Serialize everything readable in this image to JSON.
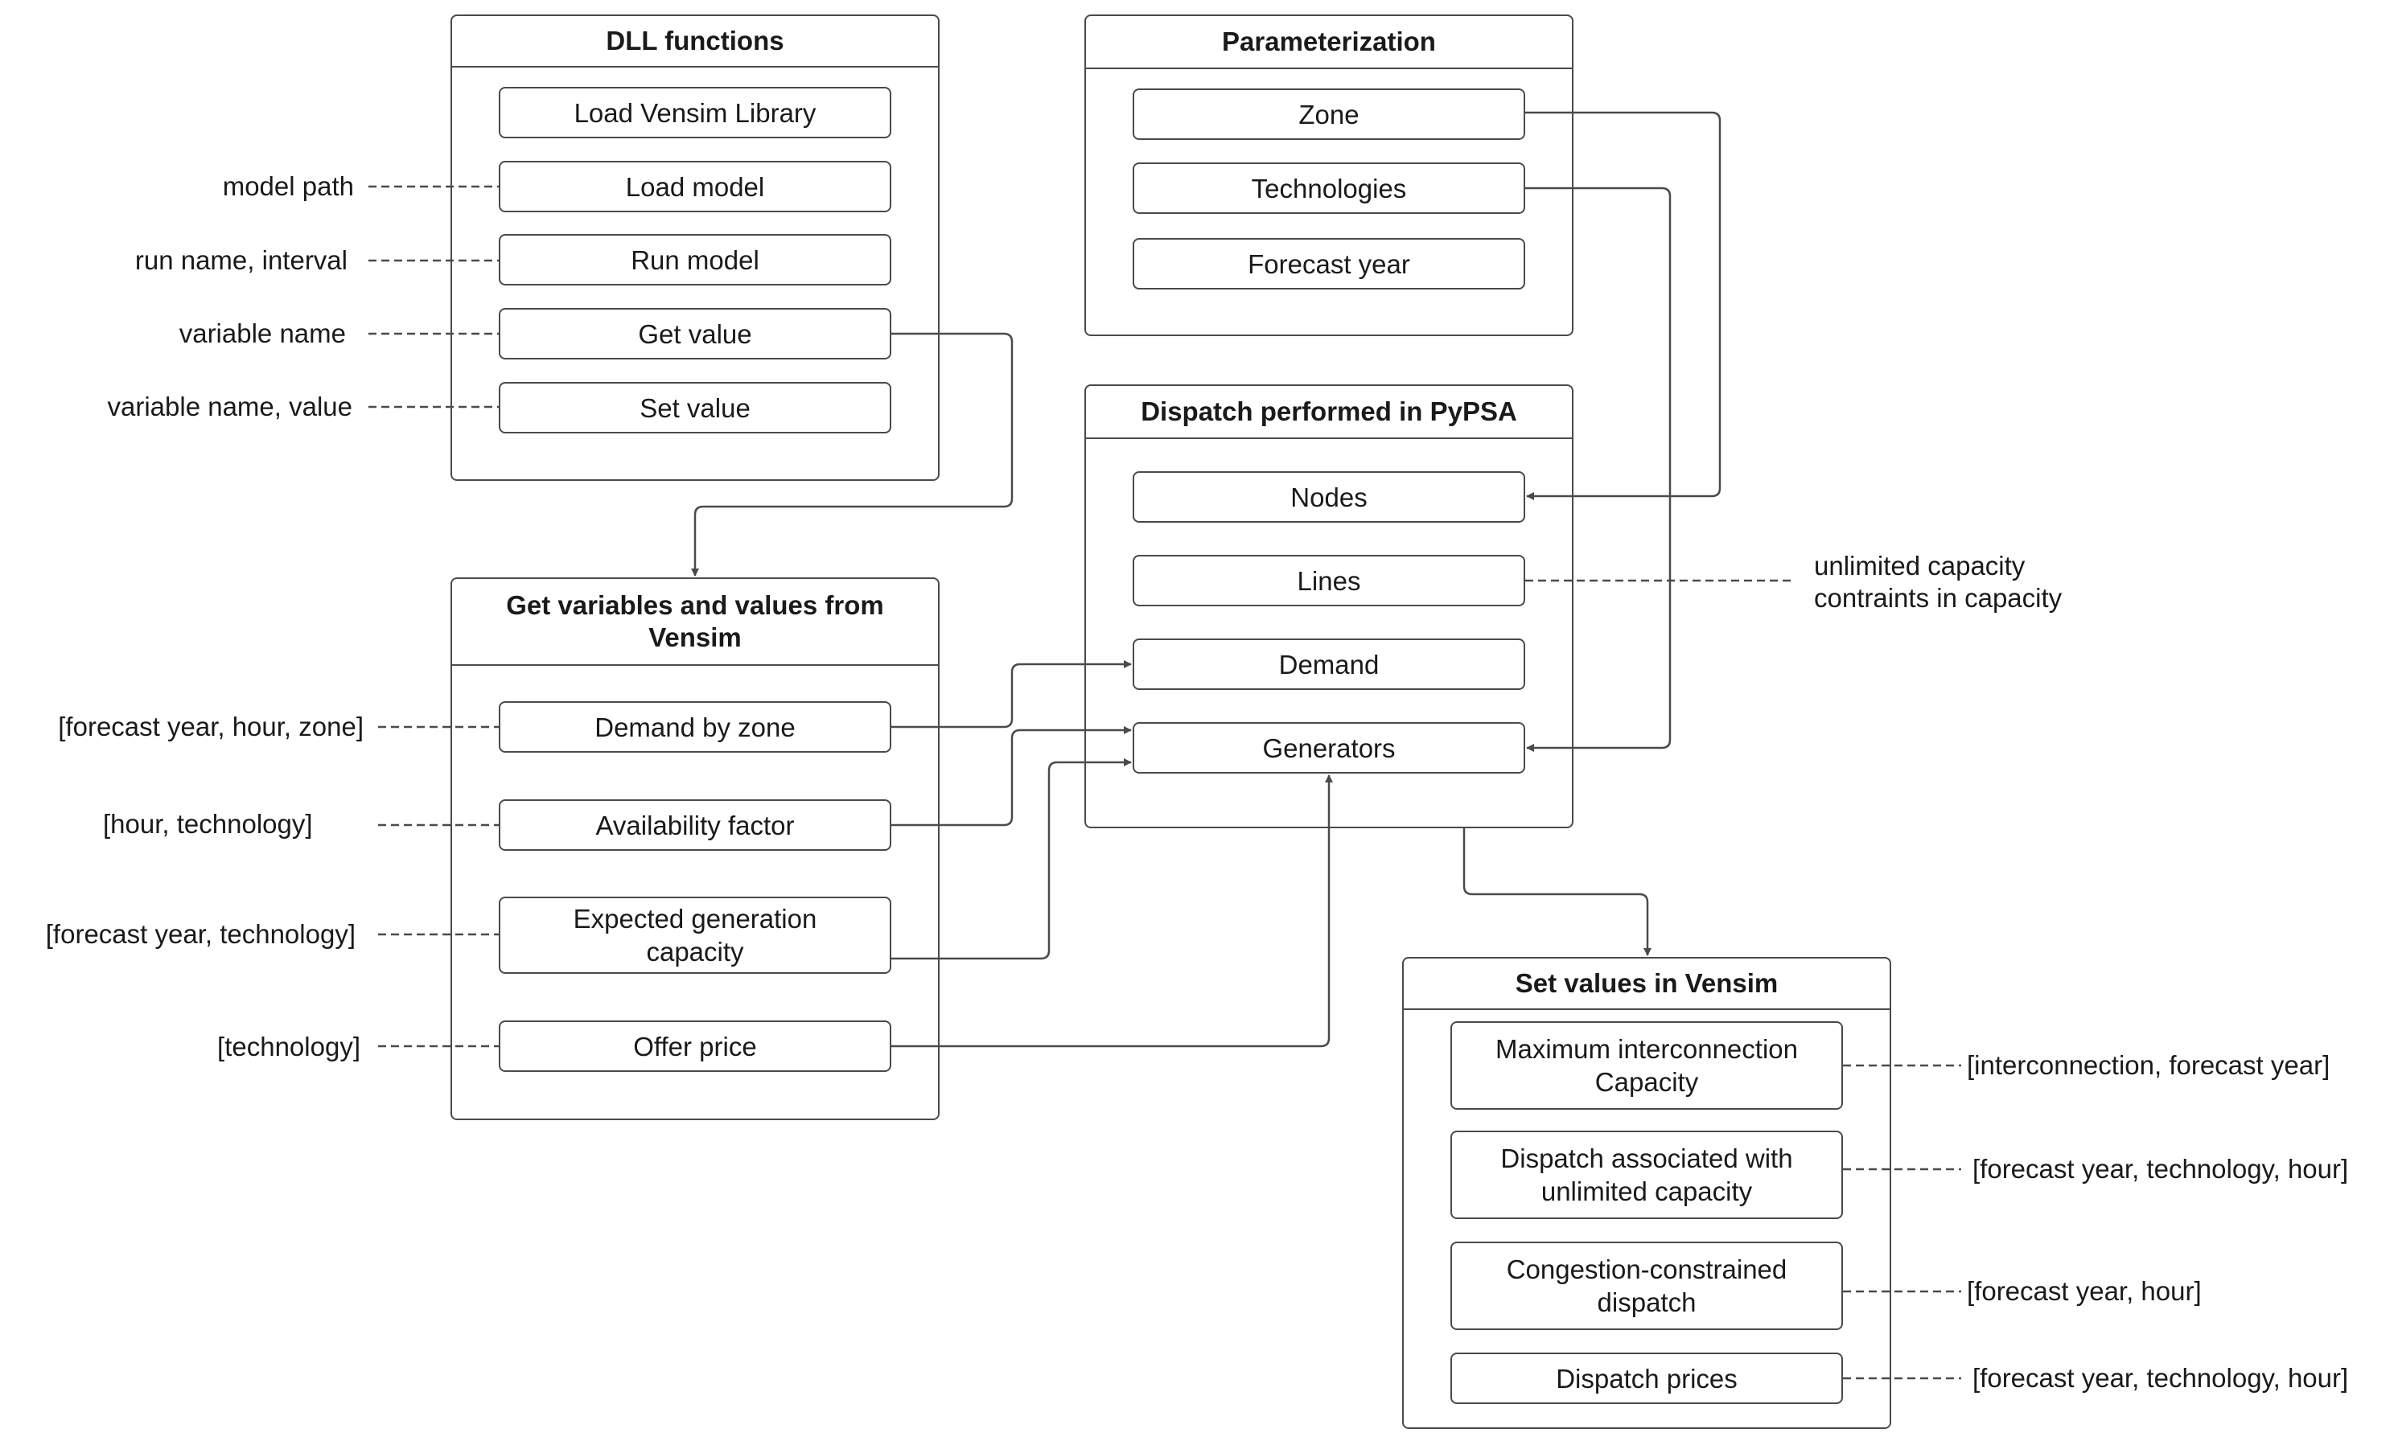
{
  "panels": {
    "dll": {
      "title": "DLL functions",
      "items": [
        "Load Vensim Library",
        "Load model",
        "Run model",
        "Get value",
        "Set value"
      ]
    },
    "param": {
      "title": "Parameterization",
      "items": [
        "Zone",
        "Technologies",
        "Forecast year"
      ]
    },
    "dispatch": {
      "title": "Dispatch  performed in PyPSA",
      "items": [
        "Nodes",
        "Lines",
        "Demand",
        "Generators"
      ]
    },
    "getvars": {
      "title": "Get variables and values from Vensim",
      "items": [
        "Demand by zone",
        "Availability factor",
        "Expected generation capacity",
        "Offer price"
      ]
    },
    "setvals": {
      "title": "Set values in Vensim",
      "items": [
        "Maximum interconnection Capacity",
        "Dispatch associated with unlimited capacity",
        "Congestion-constrained dispatch",
        "Dispatch prices"
      ]
    }
  },
  "annotations": {
    "dll": [
      "model path",
      "run name, interval",
      "variable name",
      "variable name, value"
    ],
    "getvars": [
      "[forecast year, hour, zone]",
      "[hour, technology]",
      "[forecast year, technology]",
      "[technology]"
    ],
    "lines": "unlimited capacity\ncontraints in capacity",
    "setvals": [
      "[interconnection, forecast year]",
      "[forecast year, technology, hour]",
      "[forecast year, hour]",
      "[forecast year, technology, hour]"
    ]
  }
}
